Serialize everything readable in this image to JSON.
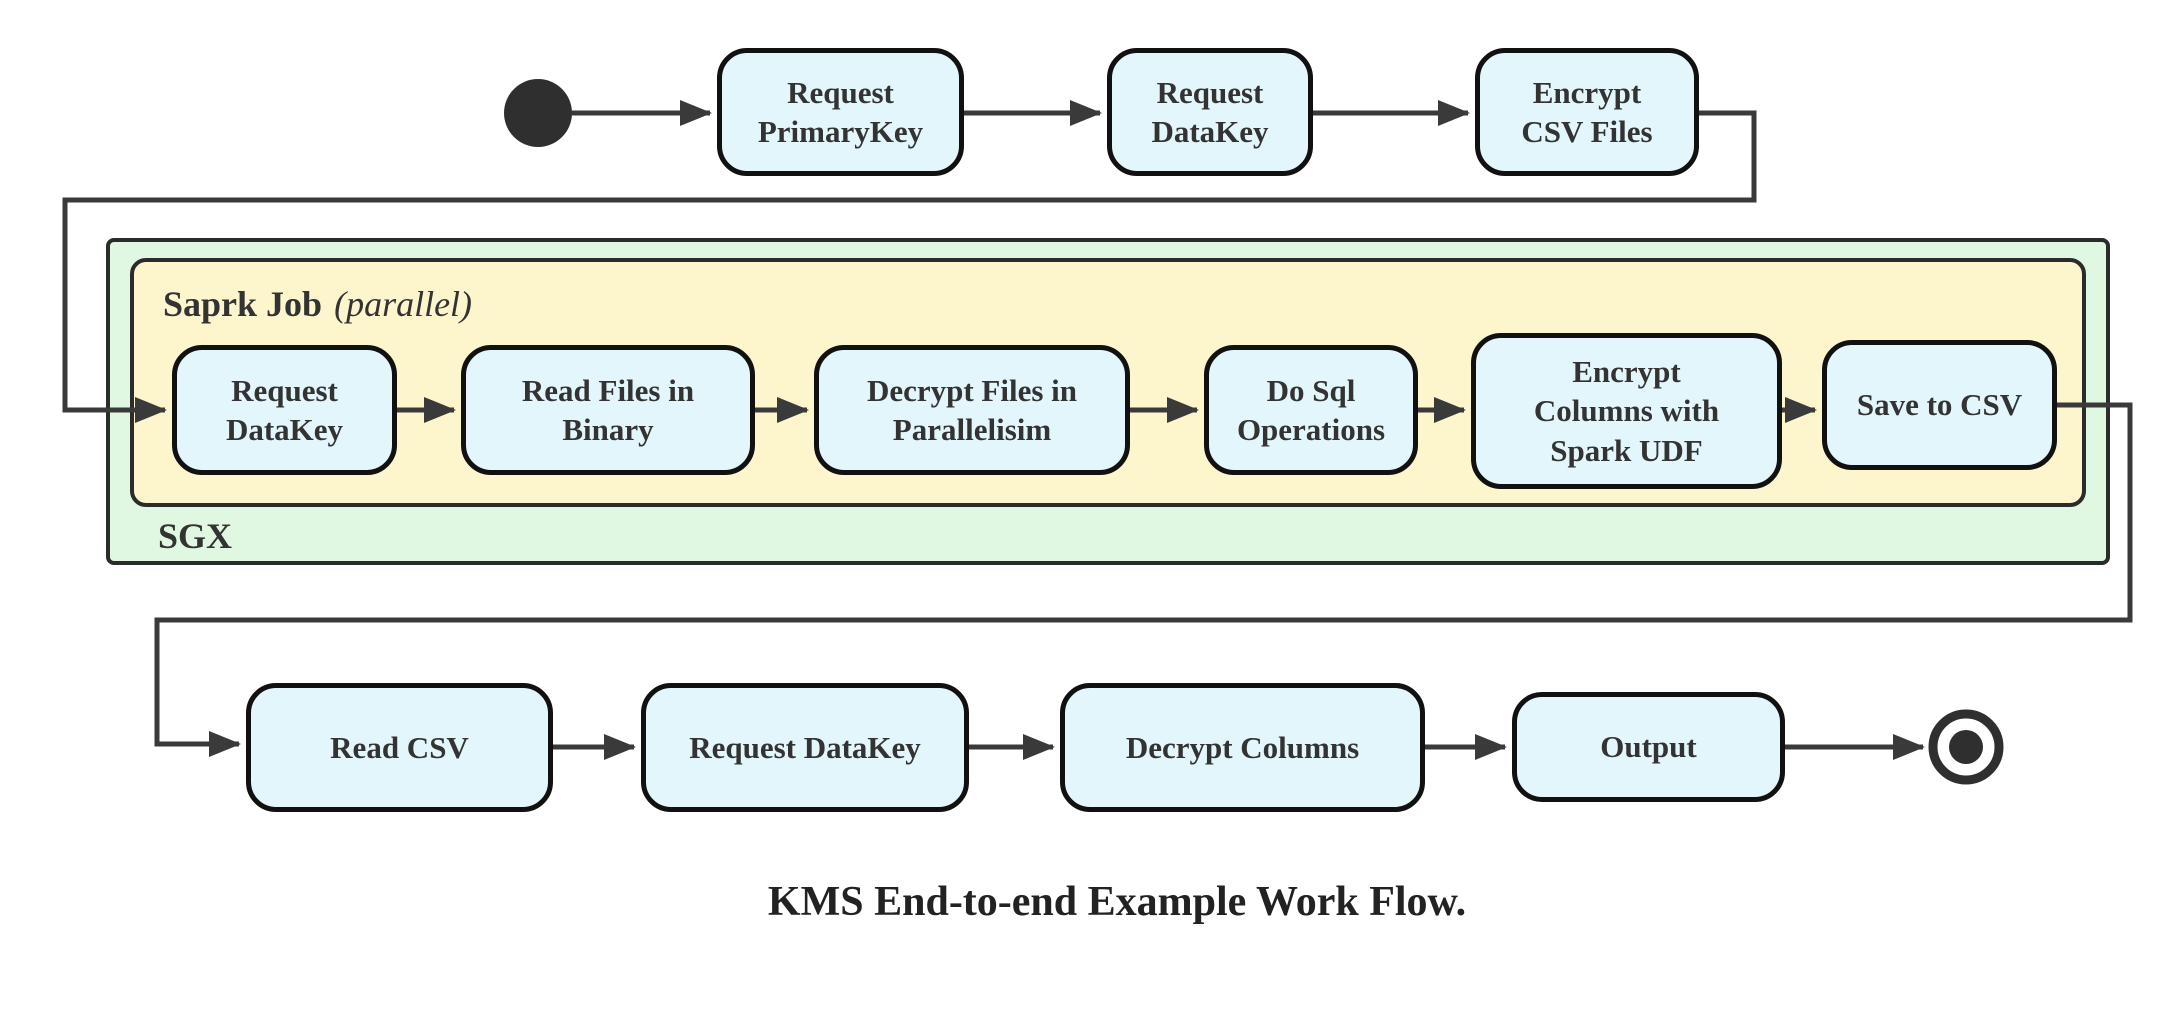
{
  "diagram": {
    "caption": "KMS End-to-end Example Work Flow.",
    "top_row": {
      "nodes": [
        {
          "label": "Request PrimaryKey"
        },
        {
          "label": "Request DataKey"
        },
        {
          "label": "Encrypt CSV Files"
        }
      ]
    },
    "sgx_container": {
      "label": "SGX",
      "spark_job_container": {
        "title": "Saprk Job",
        "title_annotation": "(parallel)",
        "nodes": [
          {
            "label": "Request DataKey"
          },
          {
            "label": "Read Files in Binary"
          },
          {
            "label": "Decrypt Files in Parallelisim"
          },
          {
            "label": "Do Sql Operations"
          },
          {
            "label": "Encrypt Columns with Spark UDF"
          },
          {
            "label": "Save to CSV"
          }
        ]
      }
    },
    "bottom_row": {
      "nodes": [
        {
          "label": "Read CSV"
        },
        {
          "label": "Request DataKey"
        },
        {
          "label": "Decrypt Columns"
        },
        {
          "label": "Output"
        }
      ]
    }
  },
  "theme": {
    "background": "#ffffff",
    "node_fill": "#e3f6fb",
    "node_border": "#111111",
    "container_green": "#e0f8e1",
    "container_yellow": "#fdf6cc",
    "container_border": "#2b2b2b",
    "edge_color": "#3a3a3a",
    "state_color": "#2f2f2f",
    "text_color": "#333333",
    "caption_color": "#222222"
  }
}
